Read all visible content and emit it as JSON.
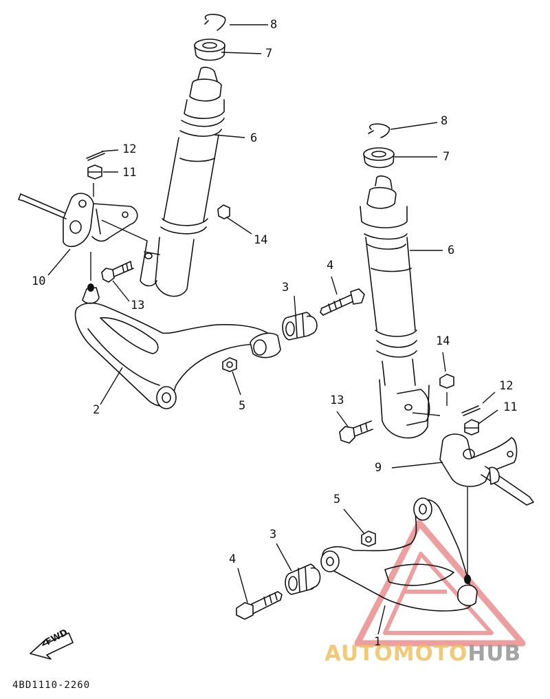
{
  "diagram": {
    "code": "4BD1110-2260",
    "fwd_label": "FWD"
  },
  "callouts": [
    {
      "id": "c1",
      "text": "1"
    },
    {
      "id": "c2",
      "text": "2"
    },
    {
      "id": "c3a",
      "text": "3"
    },
    {
      "id": "c3b",
      "text": "3"
    },
    {
      "id": "c4a",
      "text": "4"
    },
    {
      "id": "c4b",
      "text": "4"
    },
    {
      "id": "c5a",
      "text": "5"
    },
    {
      "id": "c5b",
      "text": "5"
    },
    {
      "id": "c6a",
      "text": "6"
    },
    {
      "id": "c6b",
      "text": "6"
    },
    {
      "id": "c7a",
      "text": "7"
    },
    {
      "id": "c7b",
      "text": "7"
    },
    {
      "id": "c8a",
      "text": "8"
    },
    {
      "id": "c8b",
      "text": "8"
    },
    {
      "id": "c9",
      "text": "9"
    },
    {
      "id": "c10",
      "text": "10"
    },
    {
      "id": "c11a",
      "text": "11"
    },
    {
      "id": "c11b",
      "text": "11"
    },
    {
      "id": "c12a",
      "text": "12"
    },
    {
      "id": "c12b",
      "text": "12"
    },
    {
      "id": "c13a",
      "text": "13"
    },
    {
      "id": "c13b",
      "text": "13"
    },
    {
      "id": "c14a",
      "text": "14"
    },
    {
      "id": "c14b",
      "text": "14"
    }
  ],
  "watermark": {
    "part1": "AUTOMOTO",
    "part2": "HUB",
    "color_warm": "#f0c060",
    "color_red": "#e05050",
    "color_grey": "#9a9a9a"
  }
}
